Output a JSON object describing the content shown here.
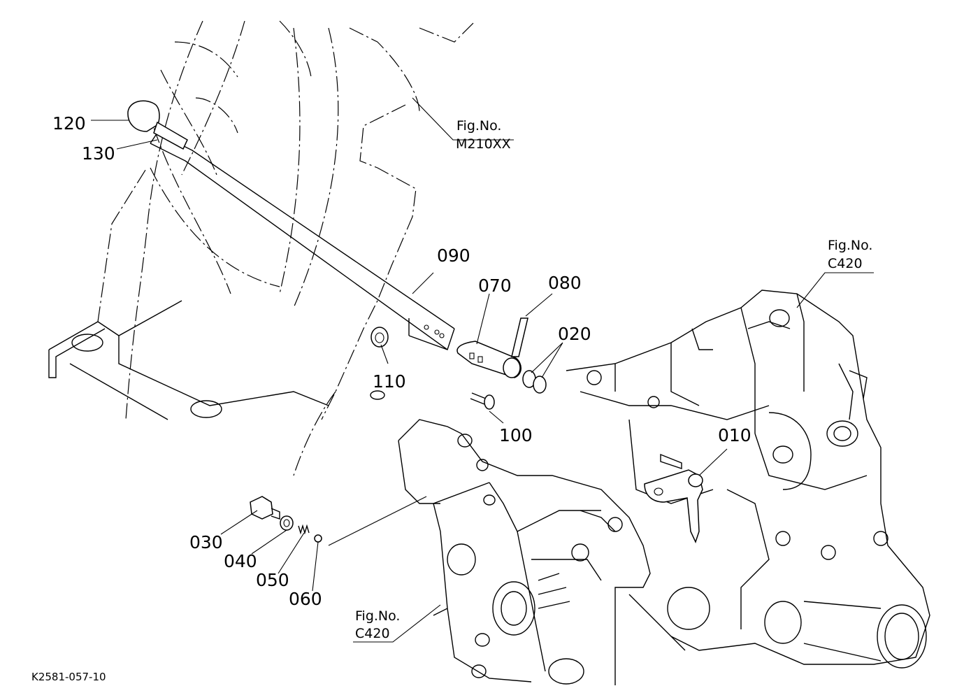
{
  "parts": [
    {
      "id": "p120",
      "number": "120"
    },
    {
      "id": "p130",
      "number": "130"
    },
    {
      "id": "p090",
      "number": "090"
    },
    {
      "id": "p070",
      "number": "070"
    },
    {
      "id": "p080",
      "number": "080"
    },
    {
      "id": "p020",
      "number": "020"
    },
    {
      "id": "p110",
      "number": "110"
    },
    {
      "id": "p100",
      "number": "100"
    },
    {
      "id": "p010",
      "number": "010"
    },
    {
      "id": "p030",
      "number": "030"
    },
    {
      "id": "p040",
      "number": "040"
    },
    {
      "id": "p050",
      "number": "050"
    },
    {
      "id": "p060",
      "number": "060"
    }
  ],
  "references": [
    {
      "id": "ref_m210xx",
      "line1": "Fig.No.",
      "line2": "M210XX"
    },
    {
      "id": "ref_c420_right",
      "line1": "Fig.No.",
      "line2": "C420"
    },
    {
      "id": "ref_c420_bottom",
      "line1": "Fig.No.",
      "line2": "C420"
    }
  ],
  "drawing_code": "K2581-057-10"
}
